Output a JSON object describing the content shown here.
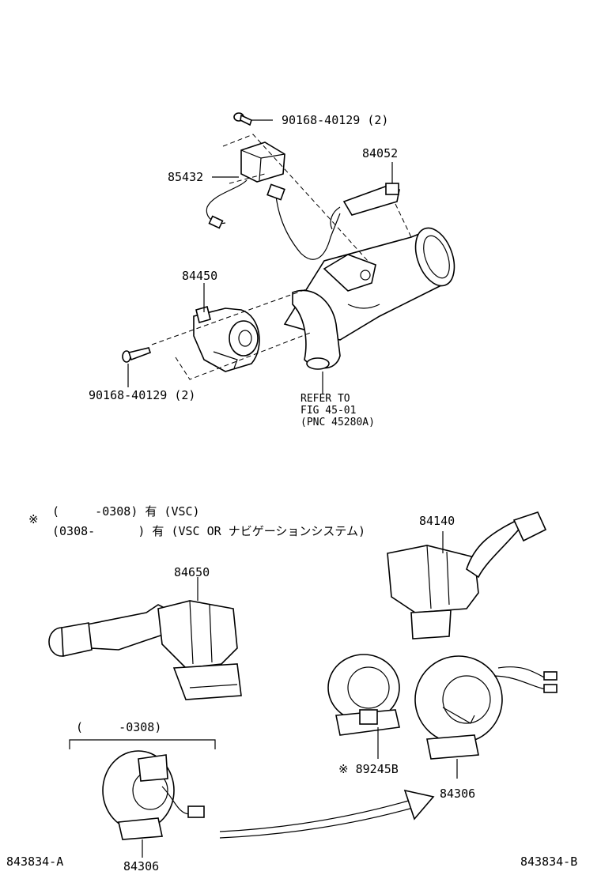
{
  "labels": {
    "bolt_top": "90168-40129 (2)",
    "p84052": "84052",
    "p85432": "85432",
    "p84450": "84450",
    "bolt_bottom": "90168-40129 (2)",
    "refer_line1": "REFER TO",
    "refer_line2": "FIG 45-01",
    "refer_line3": "(PNC 45280A)",
    "note_mark": "※",
    "note_line1": "(     -0308) 有 (VSC)",
    "note_line2": "(0308-      ) 有 (VSC OR ナビゲーションシステム)",
    "p84140": "84140",
    "p84650": "84650",
    "bracket_range": "(     -0308)",
    "p89245B": "※ 89245B",
    "p84306_right": "84306",
    "p84306_left": "84306",
    "ref_a": "843834-A",
    "ref_b": "843834-B"
  }
}
